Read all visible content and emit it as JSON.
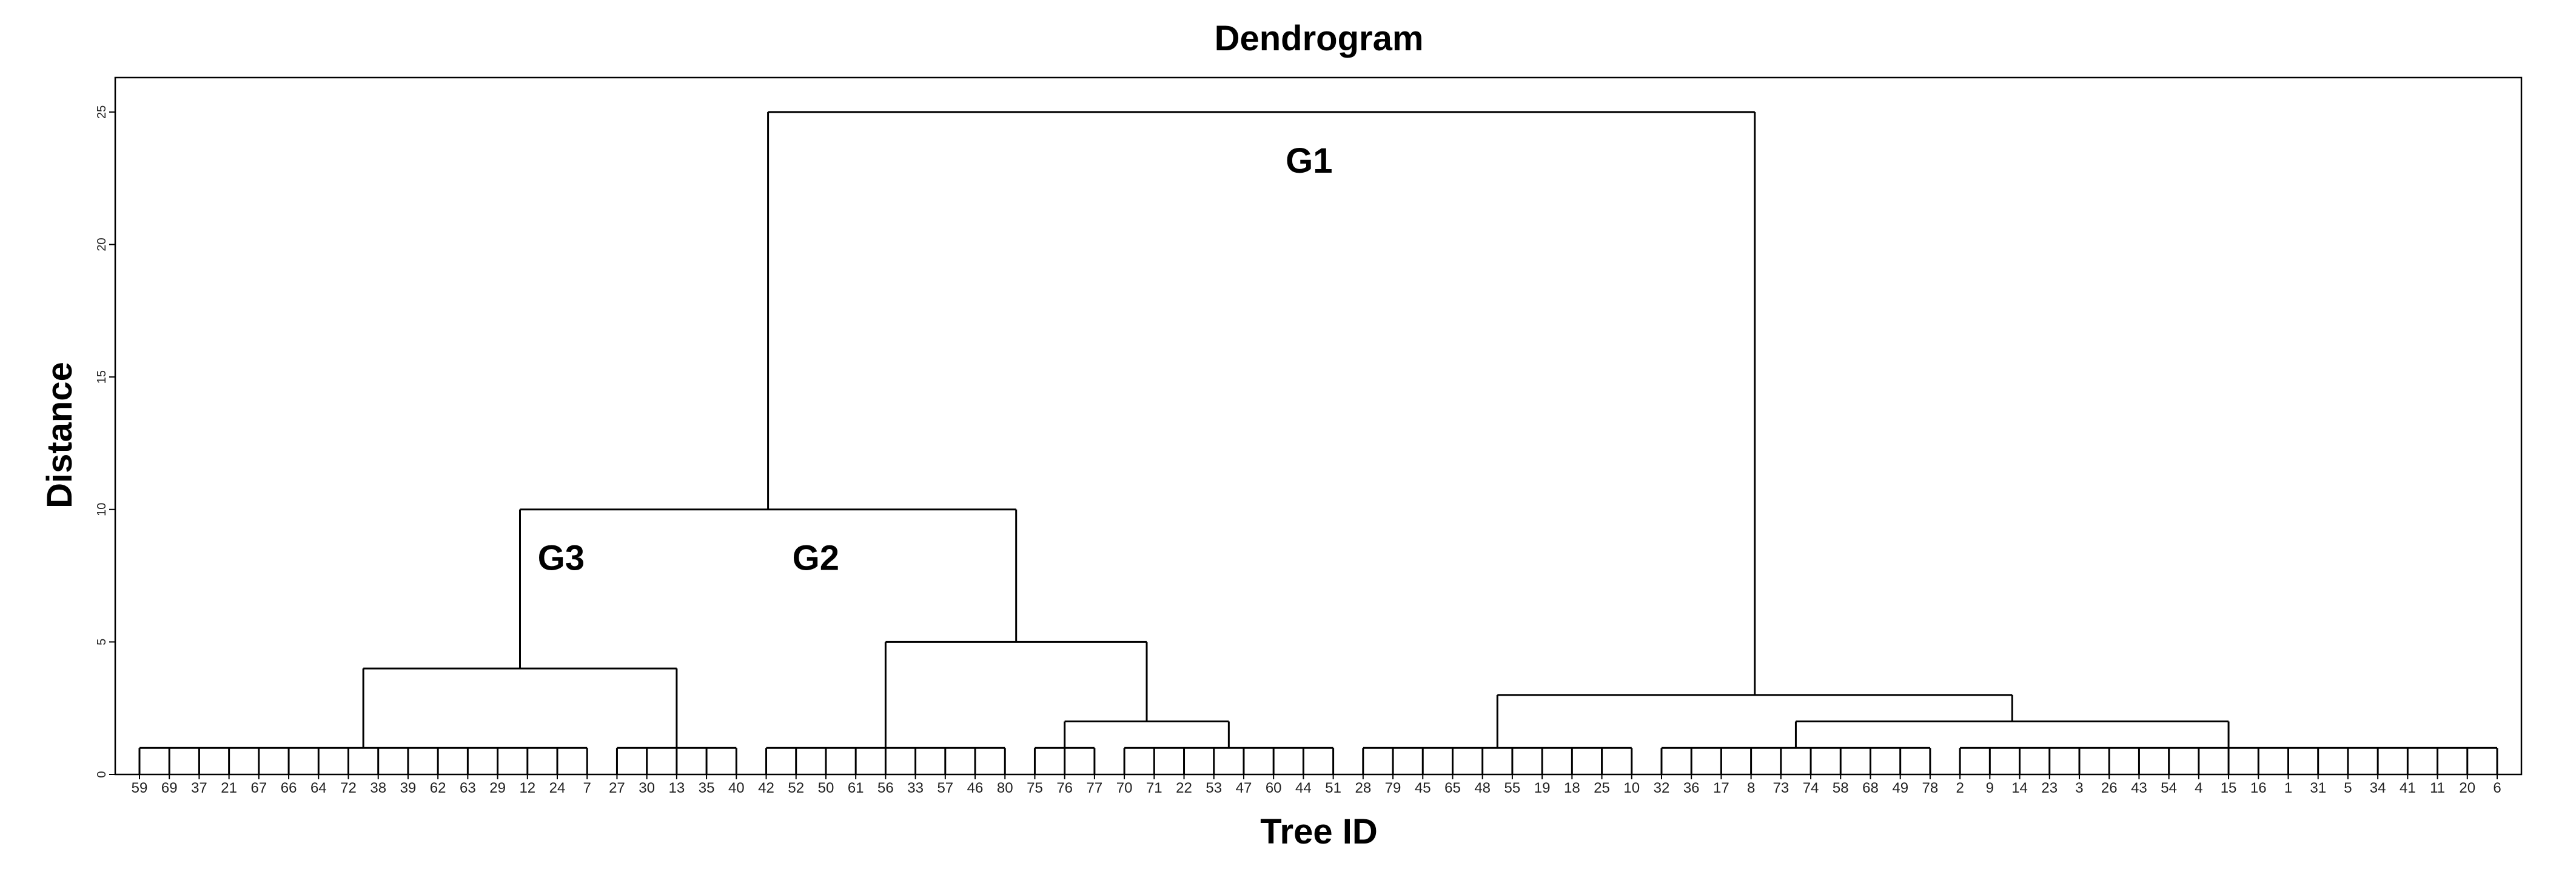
{
  "chart_data": {
    "type": "dendrogram",
    "title": "Dendrogram",
    "xlabel": "Tree ID",
    "ylabel": "Distance",
    "ylim": [
      0,
      26.3
    ],
    "yticks": [
      "0",
      "5",
      "10",
      "15",
      "20",
      "25"
    ],
    "grid": false,
    "leaves": [
      "59",
      "69",
      "37",
      "21",
      "67",
      "66",
      "64",
      "72",
      "38",
      "39",
      "62",
      "63",
      "29",
      "12",
      "24",
      "7",
      "27",
      "30",
      "13",
      "35",
      "40",
      "42",
      "52",
      "50",
      "61",
      "56",
      "33",
      "57",
      "46",
      "80",
      "75",
      "76",
      "77",
      "70",
      "71",
      "22",
      "53",
      "47",
      "60",
      "44",
      "51",
      "28",
      "79",
      "45",
      "65",
      "48",
      "55",
      "19",
      "18",
      "25",
      "10",
      "32",
      "36",
      "17",
      "8",
      "73",
      "74",
      "58",
      "68",
      "49",
      "78",
      "2",
      "9",
      "14",
      "23",
      "3",
      "26",
      "43",
      "54",
      "4",
      "15",
      "16",
      "1",
      "31",
      "5",
      "34",
      "41",
      "11",
      "20",
      "6"
    ],
    "merges": [
      {
        "id": "a1",
        "children": [
          "59",
          "69",
          "37",
          "21",
          "67",
          "66",
          "64",
          "72",
          "38",
          "39",
          "62",
          "63",
          "29",
          "12",
          "24",
          "7"
        ],
        "height": 1
      },
      {
        "id": "a2",
        "children": [
          "27",
          "30",
          "13",
          "35",
          "40"
        ],
        "height": 1
      },
      {
        "id": "a3",
        "children": [
          "42",
          "52",
          "50",
          "61",
          "56",
          "33",
          "57",
          "46",
          "80"
        ],
        "height": 1
      },
      {
        "id": "a4",
        "children": [
          "75",
          "76",
          "77"
        ],
        "height": 1
      },
      {
        "id": "a5",
        "children": [
          "70",
          "71",
          "22",
          "53",
          "47",
          "60",
          "44",
          "51"
        ],
        "height": 1
      },
      {
        "id": "a6",
        "children": [
          "28",
          "79",
          "45",
          "65",
          "48",
          "55",
          "19",
          "18",
          "25",
          "10"
        ],
        "height": 1
      },
      {
        "id": "a7",
        "children": [
          "32",
          "36",
          "17",
          "8",
          "73",
          "74",
          "58",
          "68",
          "49",
          "78"
        ],
        "height": 1
      },
      {
        "id": "a8",
        "children": [
          "2",
          "9",
          "14",
          "23",
          "3",
          "26",
          "43",
          "54",
          "4",
          "15",
          "16",
          "1",
          "31",
          "5",
          "34",
          "41",
          "11",
          "20",
          "6"
        ],
        "height": 1
      },
      {
        "id": "b1",
        "children": [
          "a4",
          "a5"
        ],
        "height": 2
      },
      {
        "id": "b2",
        "children": [
          "a7",
          "a8"
        ],
        "height": 2
      },
      {
        "id": "b3",
        "children": [
          "a6",
          "b2"
        ],
        "height": 3
      },
      {
        "id": "b4",
        "children": [
          "a1",
          "a2"
        ],
        "height": 4
      },
      {
        "id": "b5",
        "children": [
          "a3",
          "b1"
        ],
        "height": 5
      },
      {
        "id": "b6",
        "children": [
          "b4",
          "b5"
        ],
        "height": 10
      },
      {
        "id": "root",
        "children": [
          "b6",
          "b3"
        ],
        "height": 25
      }
    ],
    "groups": [
      {
        "label": "G3",
        "node": "b4"
      },
      {
        "label": "G2",
        "node": "b5"
      },
      {
        "label": "G1",
        "node": "b3"
      }
    ]
  }
}
